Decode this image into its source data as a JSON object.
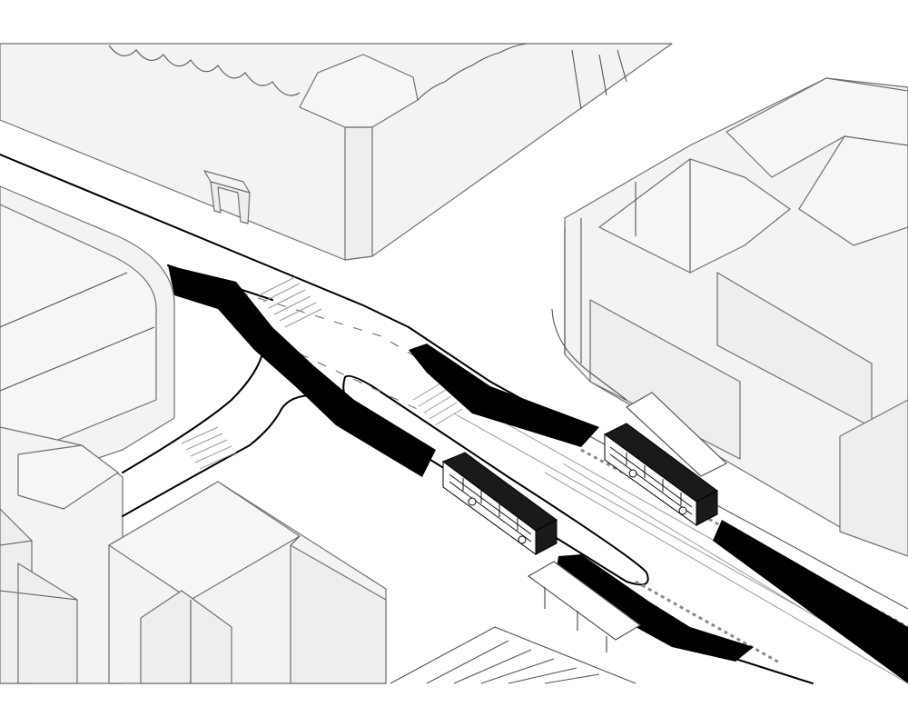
{
  "image": {
    "kind": "isometric urban street diagram",
    "background_color": "#ffffff",
    "building_fill_color": "#f3f3f3",
    "building_line_color": "#707070",
    "bus_lane_color": "#000000",
    "road_edge_color": "#000000"
  },
  "elements": {
    "buildings": [
      "north-block",
      "east-block",
      "west-block",
      "south-west-block",
      "south-block"
    ],
    "bus_lanes": [
      "westbound-bus-lane",
      "eastbound-bus-lane",
      "east-curb-bus-lane",
      "south-bus-lane"
    ],
    "buses": [
      "bus-left",
      "bus-right"
    ],
    "crosswalks": [
      "crosswalk-north",
      "crosswalk-center",
      "crosswalk-west"
    ],
    "shelters": [
      "bus-shelter-south",
      "bus-shelter-east"
    ]
  },
  "text": {}
}
